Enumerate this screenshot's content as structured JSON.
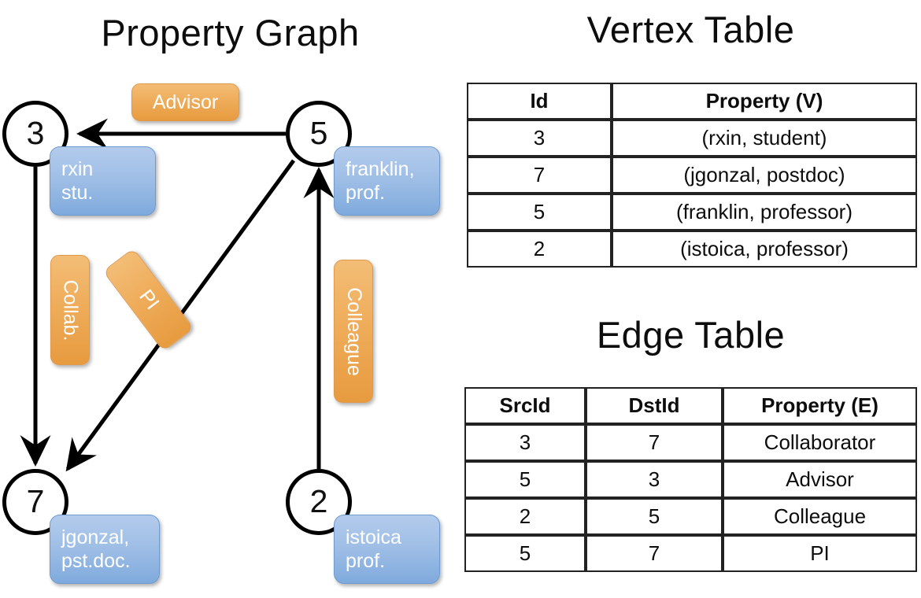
{
  "titles": {
    "property_graph": "Property Graph",
    "vertex_table": "Vertex Table",
    "edge_table": "Edge Table"
  },
  "colors": {
    "vertex_property_fill": "#d3dff1",
    "edge_property_fill": "#f8ddc0",
    "node_box_blue": "#a0bfe6",
    "edge_label_orange": "#eeab58",
    "stroke": "#000000"
  },
  "graph": {
    "nodes": [
      {
        "id": "3",
        "property_line1": "rxin",
        "property_line2": "stu."
      },
      {
        "id": "5",
        "property_line1": "franklin,",
        "property_line2": "prof."
      },
      {
        "id": "7",
        "property_line1": "jgonzal,",
        "property_line2": "pst.doc."
      },
      {
        "id": "2",
        "property_line1": "istoica",
        "property_line2": "prof."
      }
    ],
    "edge_labels": [
      {
        "label": "Advisor",
        "orientation": "horizontal"
      },
      {
        "label": "Collab.",
        "orientation": "vertical-cw"
      },
      {
        "label": "PI",
        "orientation": "diagonal"
      },
      {
        "label": "Colleague",
        "orientation": "vertical-cw"
      }
    ],
    "edges": [
      {
        "src": "5",
        "dst": "3",
        "label": "Advisor"
      },
      {
        "src": "3",
        "dst": "7",
        "label": "Collab."
      },
      {
        "src": "5",
        "dst": "7",
        "label": "PI"
      },
      {
        "src": "2",
        "dst": "5",
        "label": "Colleague"
      }
    ]
  },
  "vertex_table": {
    "columns": [
      "Id",
      "Property (V)"
    ],
    "rows": [
      {
        "id": "3",
        "property": "(rxin, student)"
      },
      {
        "id": "7",
        "property": "(jgonzal, postdoc)"
      },
      {
        "id": "5",
        "property": "(franklin, professor)"
      },
      {
        "id": "2",
        "property": "(istoica, professor)"
      }
    ]
  },
  "edge_table": {
    "columns": [
      "SrcId",
      "DstId",
      "Property (E)"
    ],
    "rows": [
      {
        "src": "3",
        "dst": "7",
        "property": "Collaborator"
      },
      {
        "src": "5",
        "dst": "3",
        "property": "Advisor"
      },
      {
        "src": "2",
        "dst": "5",
        "property": "Colleague"
      },
      {
        "src": "5",
        "dst": "7",
        "property": "PI"
      }
    ]
  }
}
